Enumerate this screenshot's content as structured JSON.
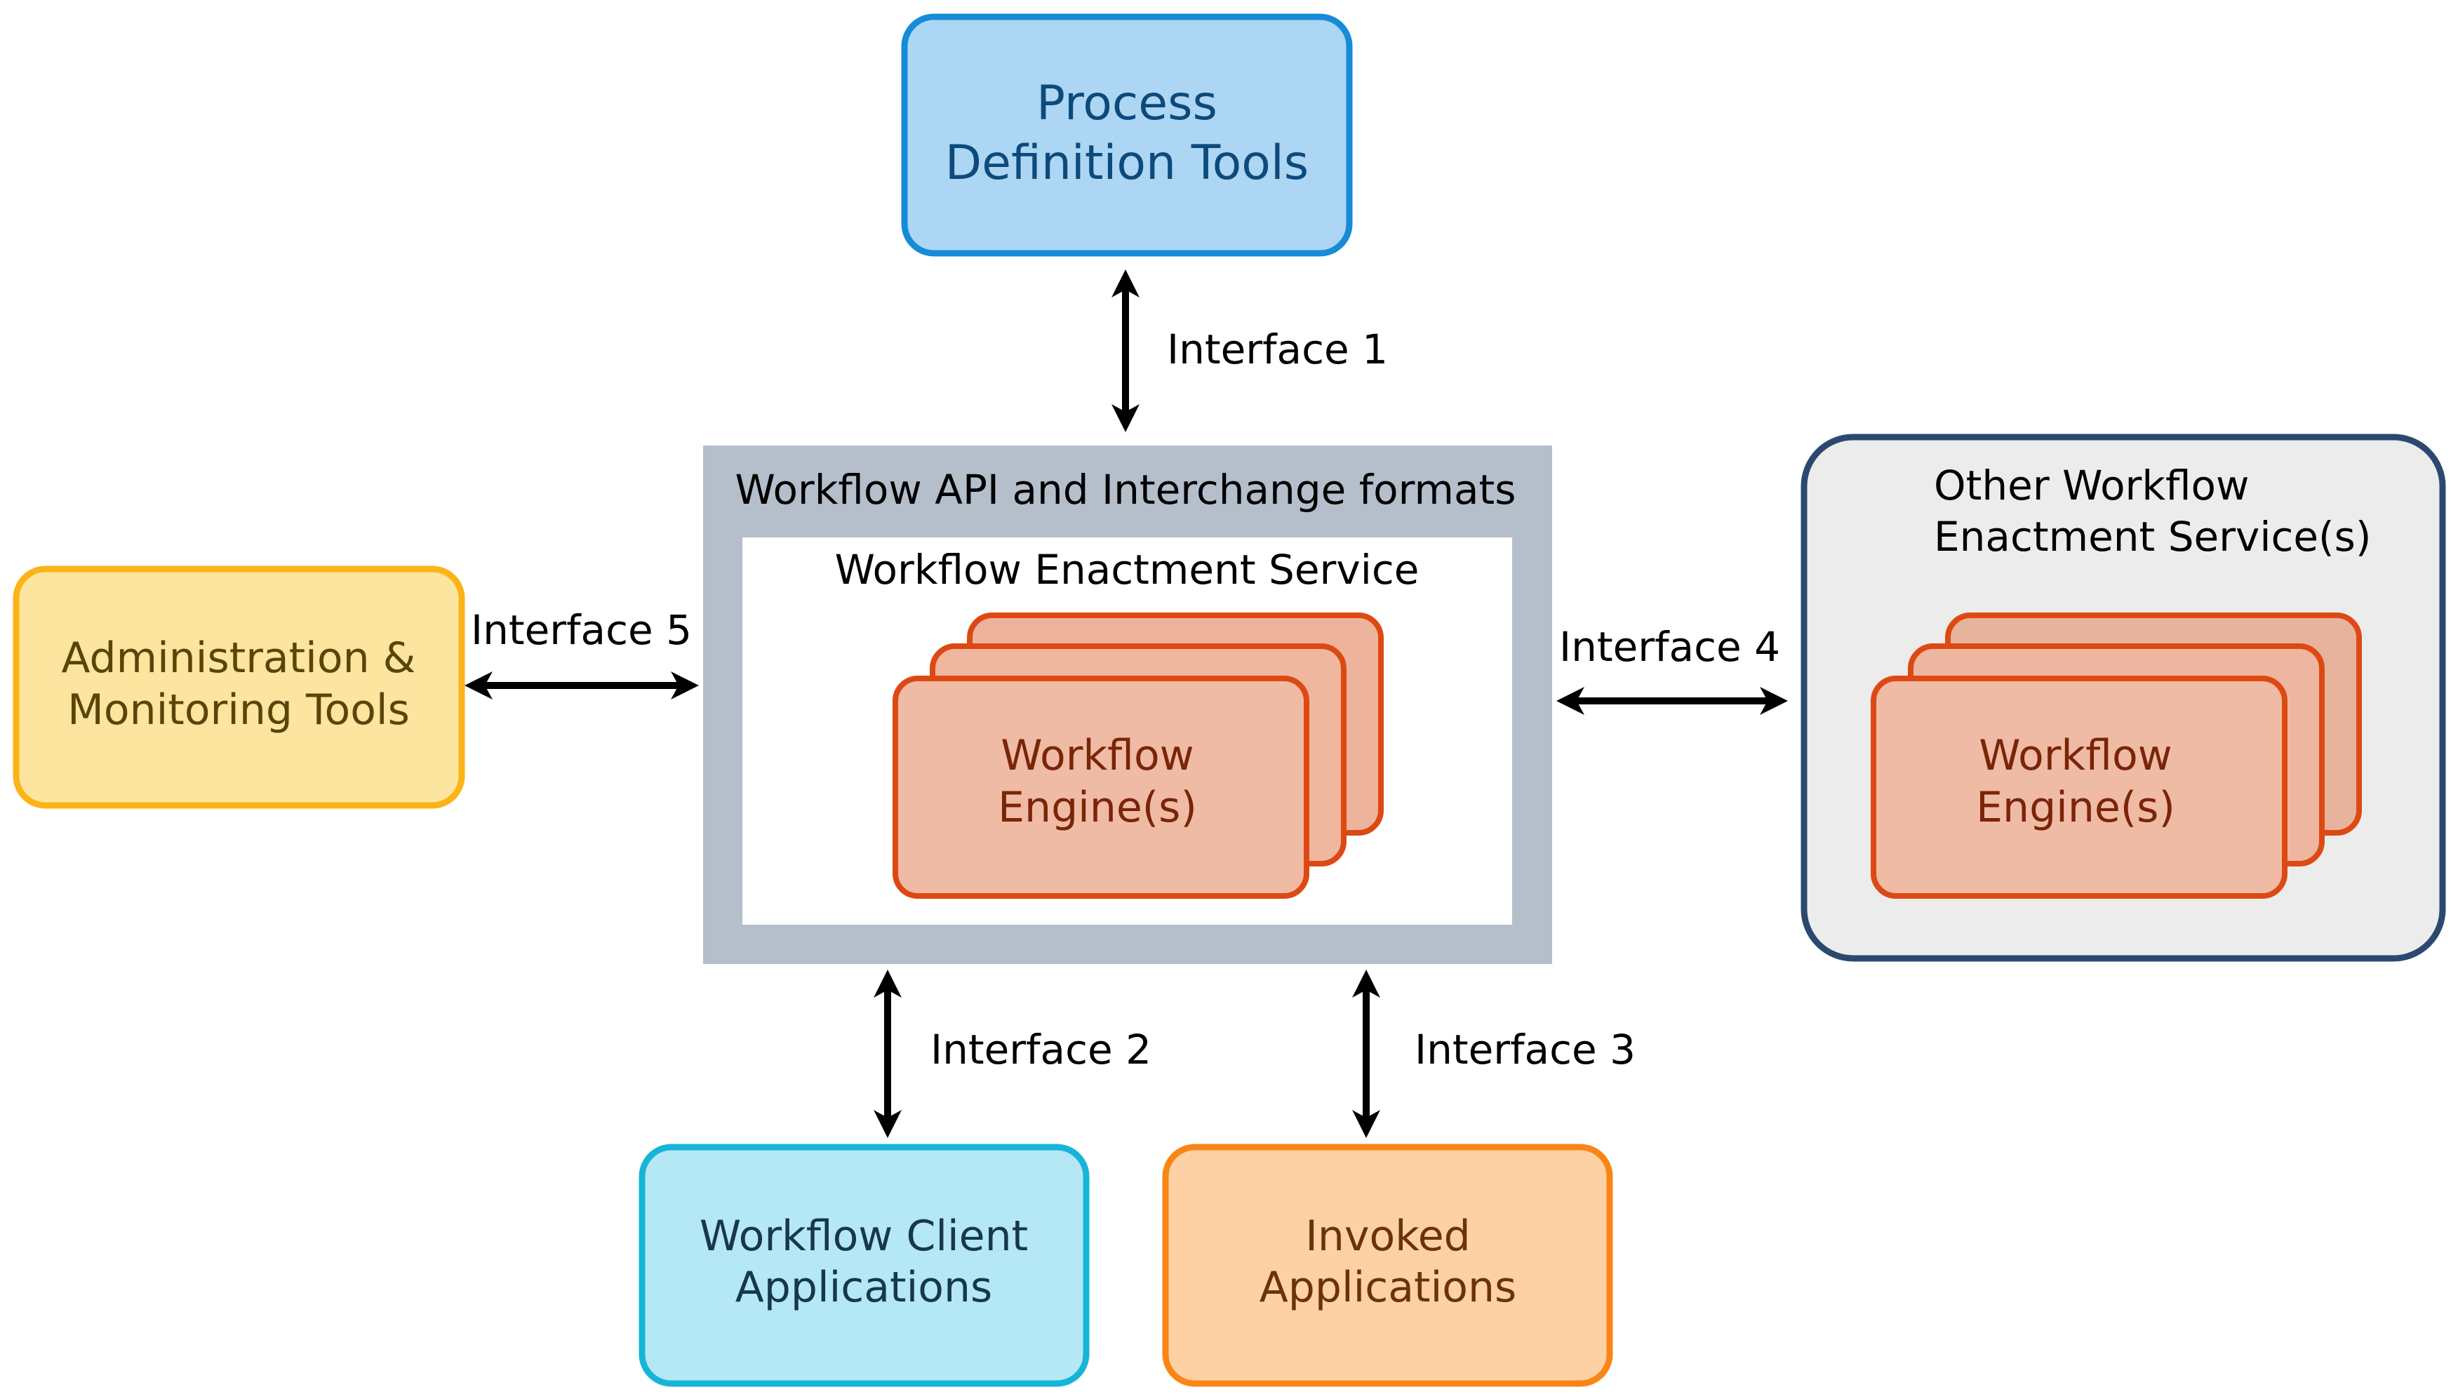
{
  "colors": {
    "process_fill": "#acd6f3",
    "process_stroke": "#168bd7",
    "process_text": "#0d4a7c",
    "admin_fill": "#fde49f",
    "admin_stroke": "#fbb317",
    "admin_text": "#5a4508",
    "api_frame": "#b5bfcb",
    "engine_fill": "#f0bba4",
    "engine_stroke": "#dd4913",
    "engine_text": "#7a2408",
    "other_fill": "#ececec",
    "other_stroke": "#2b4970",
    "client_fill": "#b4e8f4",
    "client_stroke": "#16b5d8",
    "client_text": "#16374f",
    "invoked_fill": "#fdd1a4",
    "invoked_stroke": "#f98517",
    "invoked_text": "#6b3208",
    "arrow": "#000000",
    "label_text": "#000000"
  },
  "process_tools": {
    "line1": "Process",
    "line2": "Definition Tools"
  },
  "admin_tools": {
    "line1": "Administration &",
    "line2": "Monitoring Tools"
  },
  "api": {
    "title": "Workflow API and Interchange formats"
  },
  "enactment": {
    "title": "Workflow Enactment Service",
    "engine_line1": "Workflow",
    "engine_line2": "Engine(s)"
  },
  "other_enactment": {
    "title_line1": "Other Workflow",
    "title_line2": "Enactment Service(s)",
    "engine_line1": "Workflow",
    "engine_line2": "Engine(s)"
  },
  "client_apps": {
    "line1": "Workflow Client",
    "line2": "Applications"
  },
  "invoked_apps": {
    "line1": "Invoked",
    "line2": "Applications"
  },
  "interfaces": {
    "i1": "Interface 1",
    "i2": "Interface 2",
    "i3": "Interface 3",
    "i4": "Interface 4",
    "i5": "Interface 5"
  }
}
